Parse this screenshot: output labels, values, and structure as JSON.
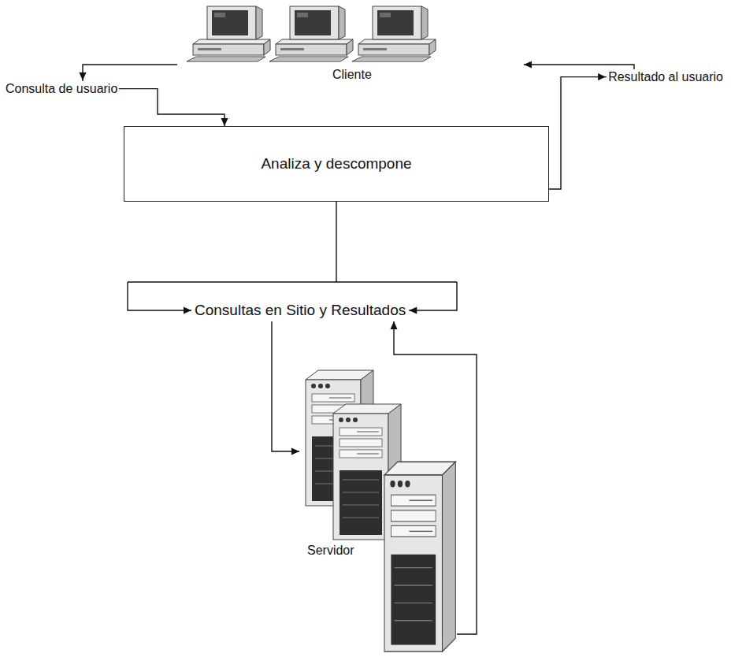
{
  "diagram": {
    "nodes": [
      {
        "text": [
          "Cliente"
        ]
      },
      {
        "text": [
          "Analiza y descompone"
        ]
      },
      {
        "text": [
          "Consultas en Sitio y Resultados"
        ]
      },
      {
        "text": [
          "Servidor"
        ]
      }
    ],
    "edges": [
      {
        "from": 0,
        "to": 1,
        "arrow": "to",
        "label": "Consulta de usuario"
      },
      {
        "from": 1,
        "to": 0,
        "arrow": "to",
        "label": "Resultado al usuario"
      },
      {
        "from": 1,
        "to": 2,
        "arrow": "to"
      },
      {
        "from": 2,
        "to": 3,
        "arrow": "to"
      },
      {
        "from": 3,
        "to": 2,
        "arrow": "to"
      }
    ]
  }
}
